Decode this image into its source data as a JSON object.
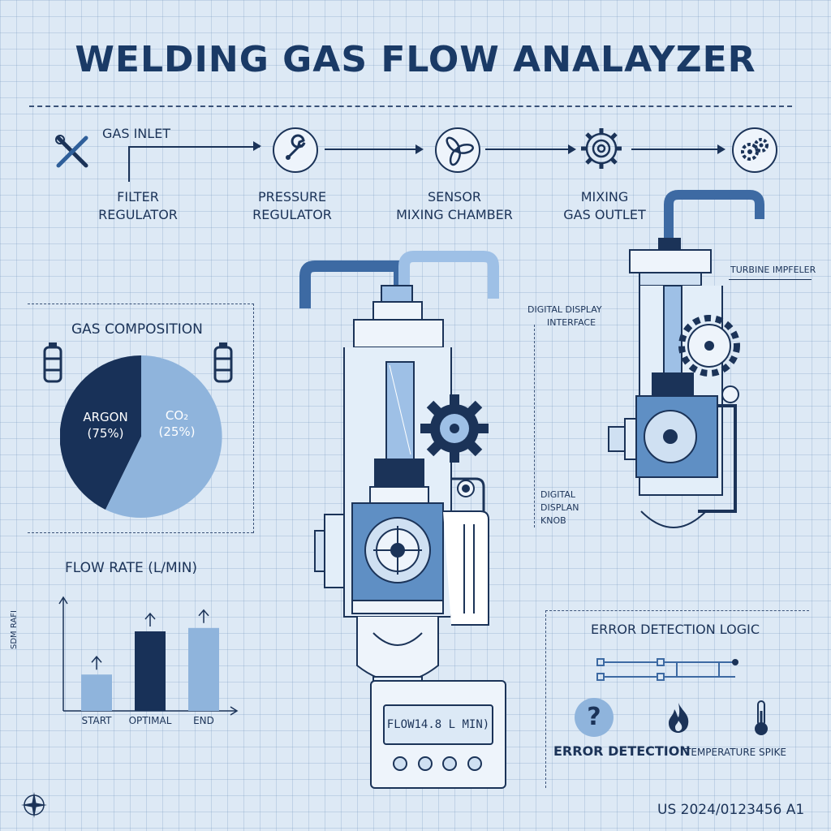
{
  "title": "WELDING GAS FLOW ANALAYZER",
  "process": {
    "gas_inlet": "GAS INLET",
    "steps": [
      {
        "line1": "FILTER",
        "line2": "REGULATOR",
        "icon": "tools-icon"
      },
      {
        "line1": "PRESSURE",
        "line2": "REGULATOR",
        "icon": "wrench-icon"
      },
      {
        "line1": "SENSOR",
        "line2": "MIXING CHAMBER",
        "icon": "fan-icon"
      },
      {
        "line1": "MIXING",
        "line2": "GAS OUTLET",
        "icon": "gear-icon"
      },
      {
        "icon": "gears-icon"
      }
    ]
  },
  "composition": {
    "title": "GAS COMPOSITION",
    "slices": [
      {
        "name": "ARGON",
        "pct_label": "(75%)",
        "color": "#183158"
      },
      {
        "name": "CO₂",
        "pct_label": "(25%)",
        "color": "#8fb4dc"
      }
    ]
  },
  "chart_data": {
    "type": "bar",
    "title": "FLOW RATE (L/MIN)",
    "ylabel": "SDM RAFI",
    "categories": [
      "START",
      "OPTIMAL",
      "END"
    ],
    "values": [
      32,
      70,
      73
    ],
    "ylim": [
      0,
      100
    ],
    "colors": [
      "#8fb4dc",
      "#183158",
      "#8fb4dc"
    ]
  },
  "device": {
    "display": "FLOW14.8 L MIN)"
  },
  "side_labels": {
    "turbine": "TURBINE IMPFELER",
    "display_interface_1": "DIGITAL DISPLAY",
    "display_interface_2": "INTERFACE",
    "knob_1": "DIGITAL",
    "knob_2": "DISPLAN",
    "knob_3": "KNOB"
  },
  "error_logic": {
    "title": "ERROR DETECTION LOGIC",
    "error_label": "ERROR DETECTION",
    "temp_label": "TEMPERATURE SPIKE"
  },
  "patent": "US 2024/0123456 A1"
}
